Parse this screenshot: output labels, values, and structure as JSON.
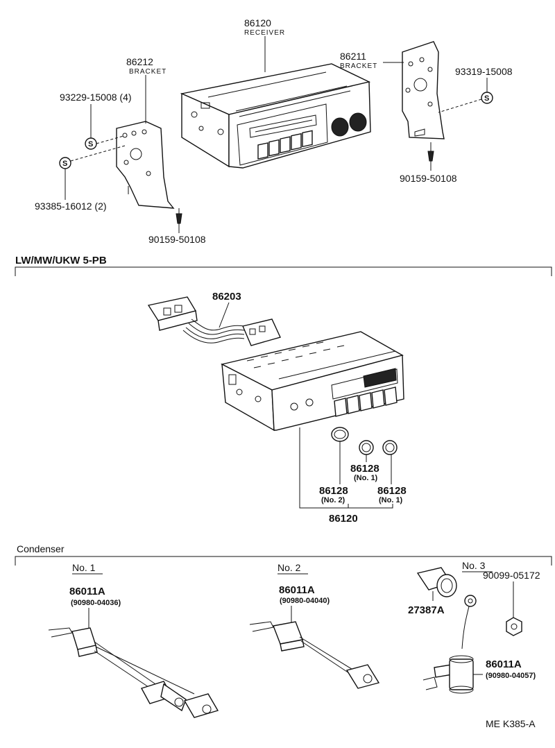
{
  "diagram": {
    "top": {
      "receiver": {
        "part_no": "86120",
        "name": "RECEIVER"
      },
      "bracket_left": {
        "part_no": "86212",
        "name": "BRACKET"
      },
      "bracket_right": {
        "part_no": "86211",
        "name": "BRACKET"
      },
      "washer_left": "93229-15008 (4)",
      "washer_left_symbol": "S",
      "washer_lower_left": "93385-16012 (2)",
      "washer_lower_left_symbol": "S",
      "washer_right": "93319-15008",
      "washer_right_symbol": "S",
      "screw_left": "90159-50108",
      "screw_right": "90159-50108"
    },
    "section_radio": {
      "title": "LW/MW/UKW  5-PB",
      "harness": "86203",
      "knob_no2": {
        "part_no": "86128",
        "sub": "(No. 2)"
      },
      "knob_no1_upper": {
        "part_no": "86128",
        "sub": "(No. 1)"
      },
      "knob_no1_lower": {
        "part_no": "86128",
        "sub": "(No. 1)"
      },
      "assembly": "86120"
    },
    "section_condenser": {
      "title": "Condenser",
      "no1": {
        "heading": "No. 1",
        "part_no": "86011A",
        "sub": "(90980-04036)"
      },
      "no2": {
        "heading": "No. 2",
        "part_no": "86011A",
        "sub": "(90980-04040)"
      },
      "no3": {
        "heading": "No. 3",
        "plug": "27387A",
        "nut": "90099-05172",
        "part_no": "86011A",
        "sub": "(90980-04057)"
      }
    },
    "ref_code": "ME  K385-A"
  }
}
